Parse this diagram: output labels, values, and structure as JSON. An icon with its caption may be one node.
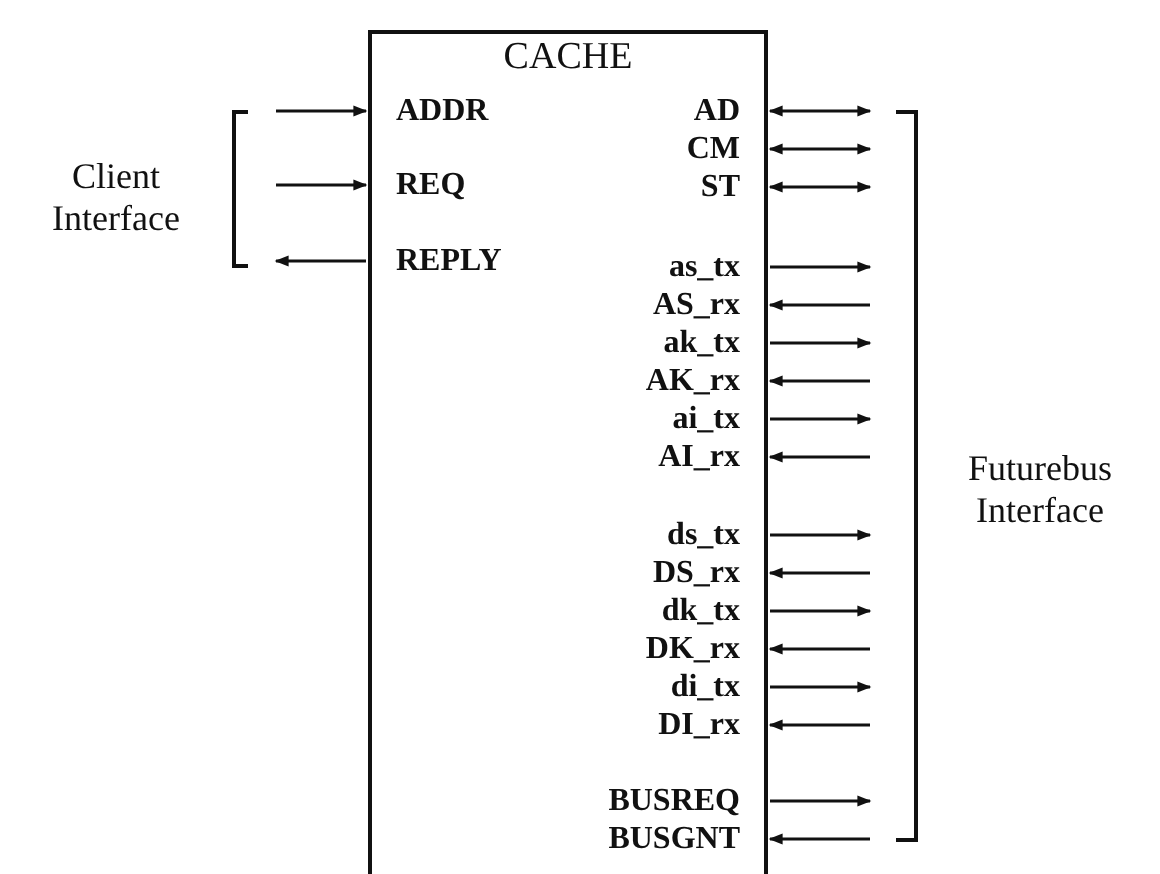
{
  "diagram": {
    "nodes": [
      {
        "text": [
          "CACHE"
        ]
      },
      {
        "text": [
          "ADDR"
        ],
        "in": 0
      },
      {
        "text": [
          "AD"
        ],
        "in": 0
      },
      {
        "text": [
          "CM"
        ],
        "in": 0
      },
      {
        "text": [
          "REQ"
        ],
        "in": 0
      },
      {
        "text": [
          "ST"
        ],
        "in": 0
      },
      {
        "text": [
          "REPLY"
        ],
        "in": 0
      },
      {
        "text": [
          "as_tx"
        ],
        "in": 0
      },
      {
        "text": [
          "AS_rx"
        ],
        "in": 0
      },
      {
        "text": [
          "ak_tx"
        ],
        "in": 0
      },
      {
        "text": [
          "AK_rx"
        ],
        "in": 0
      },
      {
        "text": [
          "ai_tx"
        ],
        "in": 0
      },
      {
        "text": [
          "AI_rx"
        ],
        "in": 0
      },
      {
        "text": [
          "ds_tx"
        ],
        "in": 0
      },
      {
        "text": [
          "DS_rx"
        ],
        "in": 0
      },
      {
        "text": [
          "dk_tx"
        ],
        "in": 0
      },
      {
        "text": [
          "DK_rx"
        ],
        "in": 0
      },
      {
        "text": [
          "di_tx"
        ],
        "in": 0
      },
      {
        "text": [
          "DI_rx"
        ],
        "in": 0
      },
      {
        "text": [
          "BUSREQ"
        ],
        "in": 0
      },
      {
        "text": [
          "BUSGNT"
        ],
        "in": 0
      }
    ],
    "edges": [
      {
        "from": null,
        "to": 1,
        "arrow": "to"
      },
      {
        "from": 2,
        "to": null,
        "arrow": "both"
      },
      {
        "from": 3,
        "to": null,
        "arrow": "both"
      },
      {
        "from": null,
        "to": 4,
        "arrow": "to"
      },
      {
        "from": 5,
        "to": null,
        "arrow": "both"
      },
      {
        "from": 6,
        "to": null,
        "arrow": "to"
      },
      {
        "from": 7,
        "to": null,
        "arrow": "to"
      },
      {
        "from": null,
        "to": 8,
        "arrow": "to"
      },
      {
        "from": 9,
        "to": null,
        "arrow": "to"
      },
      {
        "from": null,
        "to": 10,
        "arrow": "to"
      },
      {
        "from": 11,
        "to": null,
        "arrow": "to"
      },
      {
        "from": null,
        "to": 12,
        "arrow": "to"
      },
      {
        "from": 13,
        "to": null,
        "arrow": "to"
      },
      {
        "from": null,
        "to": 14,
        "arrow": "to"
      },
      {
        "from": 15,
        "to": null,
        "arrow": "to"
      },
      {
        "from": null,
        "to": 16,
        "arrow": "to"
      },
      {
        "from": 17,
        "to": null,
        "arrow": "to"
      },
      {
        "from": null,
        "to": 18,
        "arrow": "to"
      },
      {
        "from": 19,
        "to": null,
        "arrow": "to"
      },
      {
        "from": null,
        "to": 20,
        "arrow": "to"
      }
    ],
    "labels": [
      "Client Interface",
      "Futurebus Interface"
    ]
  }
}
